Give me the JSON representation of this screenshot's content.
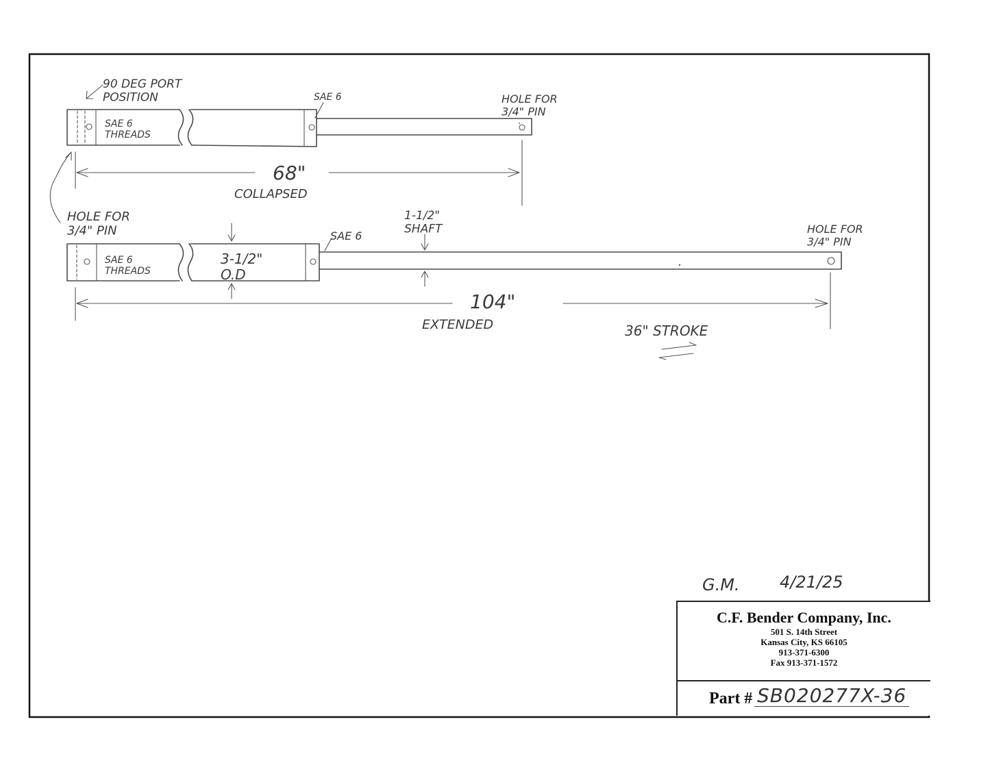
{
  "labels": {
    "port_position": "90 DEG PORT\nPOSITION",
    "sae6_threads_top": "SAE 6\nTHREADS",
    "sae6_rod_top": "SAE 6",
    "hole_pin_top_right": "HOLE FOR\n3/4\" PIN",
    "collapsed_length": "68\"",
    "collapsed_caption": "COLLAPSED",
    "hole_pin_left": "HOLE FOR\n3/4\" PIN",
    "sae6_threads_bottom": "SAE 6\nTHREADS",
    "od_dimension": "3-1/2\"\nO.D",
    "sae6_rod_bottom": "SAE 6",
    "shaft_dimension": "1-1/2\"\nSHAFT",
    "hole_pin_bottom_right": "HOLE FOR\n3/4\" PIN",
    "extended_length": "104\"",
    "extended_caption": "EXTENDED",
    "stroke": "36\" STROKE"
  },
  "signoff": {
    "drafter": "G.M.",
    "date": "4/21/25"
  },
  "title_block": {
    "company": "C.F. Bender Company, Inc.",
    "address_lines": [
      "501 S. 14th Street",
      "Kansas City, KS 66105",
      "913-371-6300",
      "Fax 913-371-1572"
    ],
    "part_label": "Part #",
    "part_number": "SB020277X-36"
  }
}
